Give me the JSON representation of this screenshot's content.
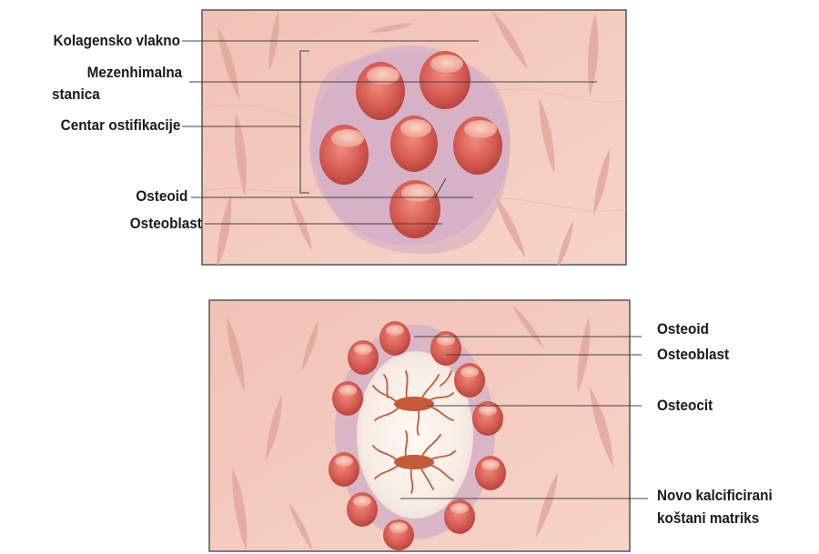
{
  "panel_top": {
    "labels": {
      "collagen_fiber": "Kolagensko vlakno",
      "mesenchymal_cell_line1": "Mezenhimalna",
      "mesenchymal_cell_line2": "stanica",
      "ossification_center": "Centar ostifikacije",
      "osteoid": "Osteoid",
      "osteoblast": "Osteoblast"
    }
  },
  "panel_bottom": {
    "labels": {
      "osteoid": "Osteoid",
      "osteoblast": "Osteoblast",
      "osteocyte": "Osteocit",
      "matrix_line1": "Novo kalcificirani",
      "matrix_line2": "koštani matriks"
    }
  },
  "colors": {
    "tissue_background": "#f3c9bd",
    "fiber": "#e3a9a0",
    "cell_body": "#d95f55",
    "cell_nucleus": "#f4b3a3",
    "cluster_halo": "#d6b3c6",
    "calcified_matrix": "#fbf3ea",
    "osteocyte": "#c45a3a",
    "leader_line": "#444444",
    "frame": "#555555"
  }
}
